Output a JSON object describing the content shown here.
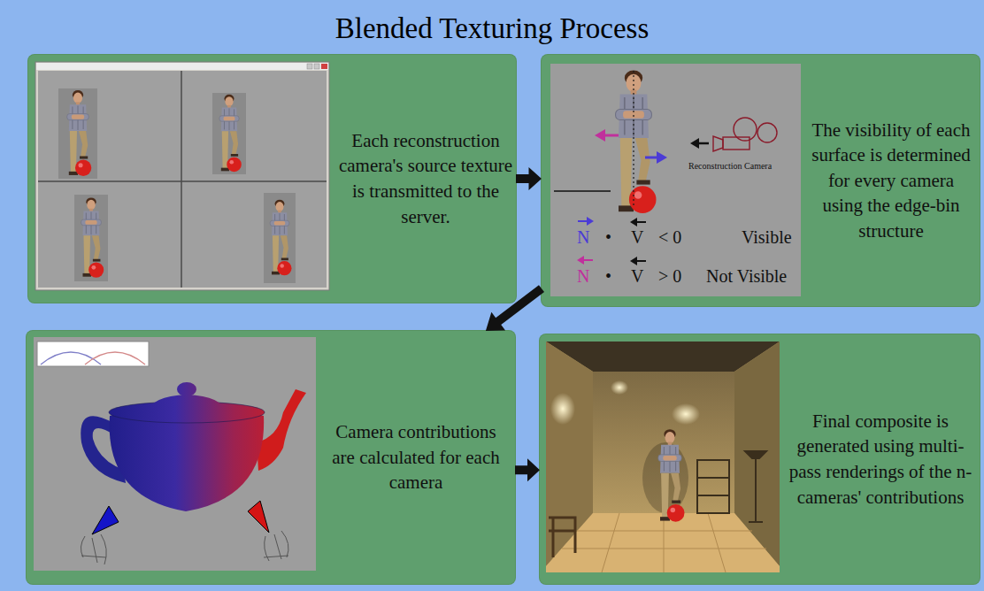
{
  "diagram": {
    "title": "Blended Texturing Process",
    "nodes": [
      {
        "text": [
          "Each reconstruction camera's source texture is transmitted to the server."
        ]
      },
      {
        "text": [
          "The visibility of each surface is determined for every camera using the edge-bin structure"
        ]
      },
      {
        "text": [
          "Camera contributions are calculated for each camera"
        ]
      },
      {
        "text": [
          "Final composite is generated using multi-pass renderings of the n-cameras' contributions"
        ]
      }
    ],
    "edges": [
      {
        "from": 0,
        "to": 1,
        "arrow": "to"
      },
      {
        "from": 1,
        "to": 2,
        "arrow": "to"
      },
      {
        "from": 2,
        "to": 3,
        "arrow": "to"
      }
    ],
    "labels": [
      "Reconstruction Camera",
      "N",
      "•",
      "V",
      "< 0",
      "Visible",
      "N",
      "•",
      "V",
      "> 0",
      "Not Visible"
    ]
  }
}
